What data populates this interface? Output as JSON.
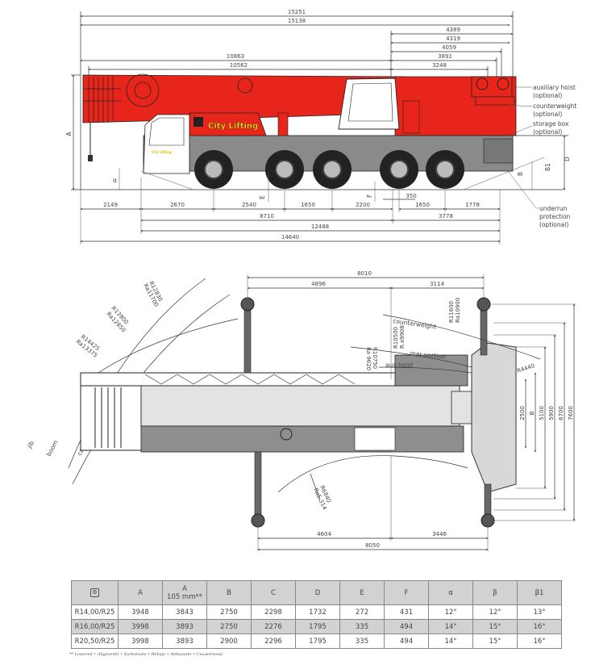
{
  "side_view": {
    "top_dims": [
      "15251",
      "15138",
      "4389",
      "4319",
      "4059",
      "3891",
      "10863",
      "10562",
      "3248"
    ],
    "bottom_dims": [
      "2149",
      "2670",
      "2540",
      "1650",
      "2200",
      "350",
      "1650",
      "1778",
      "8710",
      "3778",
      "12488",
      "14640"
    ],
    "letters": {
      "A": "A",
      "D": "D",
      "B": "B",
      "B1": "B1",
      "alpha": "α",
      "E": "E",
      "F": "F"
    },
    "callouts": {
      "aux_hoist": [
        "auxiliary hoist",
        "(optional)"
      ],
      "counterweight": [
        "counterweight",
        "(optional)"
      ],
      "storage_box": [
        "storage box",
        "(optional)"
      ],
      "underrun": [
        "underrun",
        "protection",
        "(optional)"
      ]
    },
    "logo_text": "City Lifting",
    "colors": {
      "boom": "#e8251b",
      "carrier": "#8a8a8a",
      "cab": "#ffffff",
      "logo": "#f5e31a"
    }
  },
  "plan_view": {
    "top_dims": [
      "8010",
      "4896",
      "3114"
    ],
    "bottom_dims": [
      "4604",
      "3446",
      "8050"
    ],
    "right_dims": [
      "2500",
      "B",
      "5100",
      "5900",
      "6700",
      "7600"
    ],
    "radii": {
      "r1": [
        "R12830",
        "Ra11700"
      ],
      "r2": [
        "R13900",
        "Ra12850"
      ],
      "r3": [
        "R14425",
        "Ra13375"
      ],
      "r4": [
        "R11600",
        "Ra10900"
      ],
      "r5": [
        "R10500",
        "R.a9908"
      ],
      "r6": [
        "R10750",
        "Ra 9620"
      ],
      "r7": "R4440",
      "r8": [
        "R6840",
        "Ra5.314"
      ]
    },
    "labels": {
      "jib": "jib",
      "boom": "boom",
      "cab": "cab",
      "counterweight": "counterweight",
      "rear_section": "rear section",
      "aux_hoist": "aux.hoist"
    }
  },
  "table": {
    "headers": [
      "",
      "A",
      "A",
      "B",
      "C",
      "D",
      "E",
      "F",
      "α",
      "β",
      "β1"
    ],
    "header_sub": "105 mm**",
    "header_icon": "tyre-icon",
    "rows": [
      [
        "R14,00/R25",
        "3948",
        "3843",
        "2750",
        "2298",
        "1732",
        "272",
        "431",
        "12°",
        "12°",
        "13°"
      ],
      [
        "R16,00/R25",
        "3998",
        "3893",
        "2750",
        "2276",
        "1795",
        "335",
        "494",
        "14°",
        "15°",
        "16°"
      ],
      [
        "R20,50/R25",
        "3998",
        "3893",
        "2900",
        "2296",
        "1795",
        "335",
        "494",
        "14°",
        "15°",
        "16°"
      ]
    ]
  },
  "footnote": "** Lowered • Abgesenkt • Surbaissée • Rebaja • Abbassato • Снижённый"
}
